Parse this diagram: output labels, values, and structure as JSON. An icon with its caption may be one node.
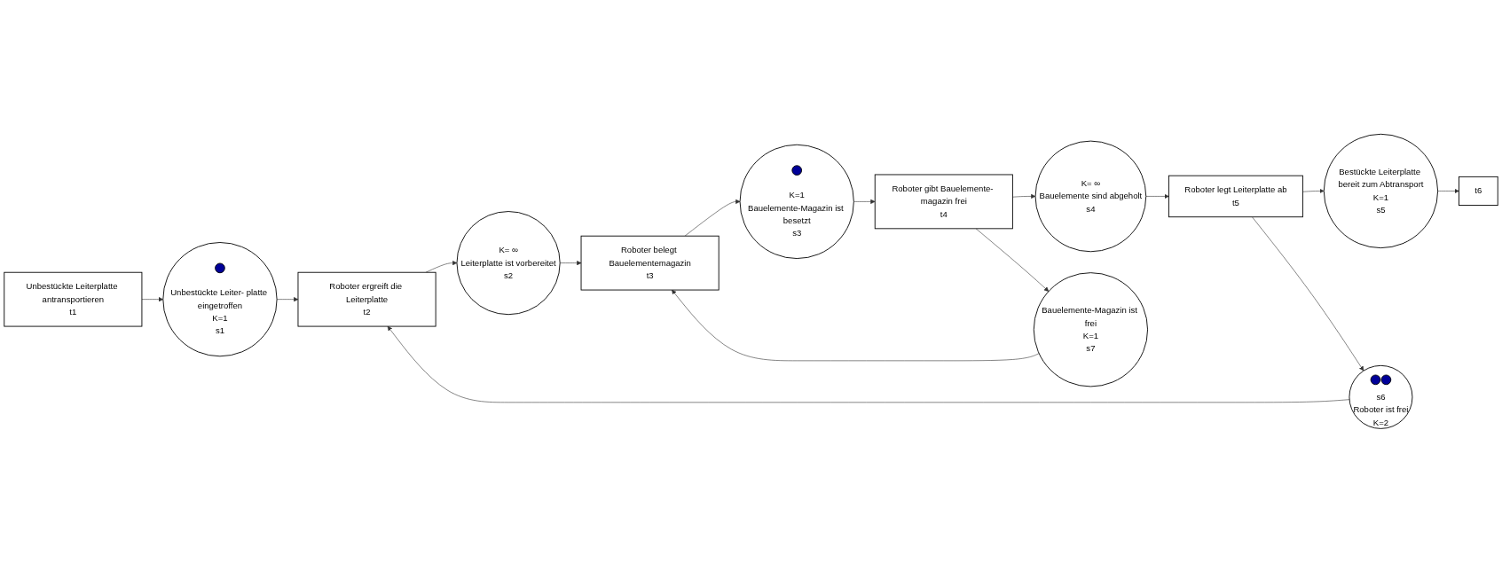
{
  "diagram": {
    "nodes": [
      {
        "text": [
          "Unbestückte Leiterplatte antransportieren",
          "t1"
        ]
      },
      {
        "text": [
          "Unbestückte Leiter- platte eingetroffen",
          "K=1",
          "s1"
        ]
      },
      {
        "text": [
          "Roboter ergreift die Leiterplatte",
          "t2"
        ]
      },
      {
        "text": [
          "K= ∞",
          "Leiterplatte ist vorbereitet",
          "s2"
        ]
      },
      {
        "text": [
          "Roboter belegt Bauelementemagazin",
          "t3"
        ]
      },
      {
        "text": [
          "K=1",
          "Bauelemente-Magazin ist besetzt",
          "s3"
        ]
      },
      {
        "text": [
          "Roboter gibt Bauelemente- magazin frei",
          "t4"
        ]
      },
      {
        "text": [
          "K= ∞",
          "Bauelemente sind abgeholt",
          "s4"
        ]
      },
      {
        "text": [
          "Roboter legt Leiterplatte ab",
          "t5"
        ]
      },
      {
        "text": [
          "Bestückte Leiterplatte bereit zum Abtransport",
          "K=1",
          "s5"
        ]
      },
      {
        "text": [
          "t6"
        ]
      },
      {
        "text": [
          "s6",
          "Roboter ist frei",
          "K=2"
        ]
      },
      {
        "text": [
          "Bauelemente-Magazin ist frei",
          "K=1",
          "s7"
        ]
      }
    ],
    "edges": [
      {
        "from": 0,
        "to": 1,
        "arrow": "to"
      },
      {
        "from": 1,
        "to": 2,
        "arrow": "to"
      },
      {
        "from": 2,
        "to": 3,
        "arrow": "to"
      },
      {
        "from": 3,
        "to": 4,
        "arrow": "to"
      },
      {
        "from": 4,
        "to": 5,
        "arrow": "to"
      },
      {
        "from": 5,
        "to": 6,
        "arrow": "to"
      },
      {
        "from": 6,
        "to": 7,
        "arrow": "to"
      },
      {
        "from": 7,
        "to": 8,
        "arrow": "to"
      },
      {
        "from": 8,
        "to": 9,
        "arrow": "to"
      },
      {
        "from": 9,
        "to": 10,
        "arrow": "to"
      },
      {
        "from": 11,
        "to": 2,
        "arrow": "to"
      },
      {
        "from": 8,
        "to": 11,
        "arrow": "to"
      },
      {
        "from": 12,
        "to": 4,
        "arrow": "to"
      },
      {
        "from": 6,
        "to": 12,
        "arrow": "to"
      }
    ]
  }
}
